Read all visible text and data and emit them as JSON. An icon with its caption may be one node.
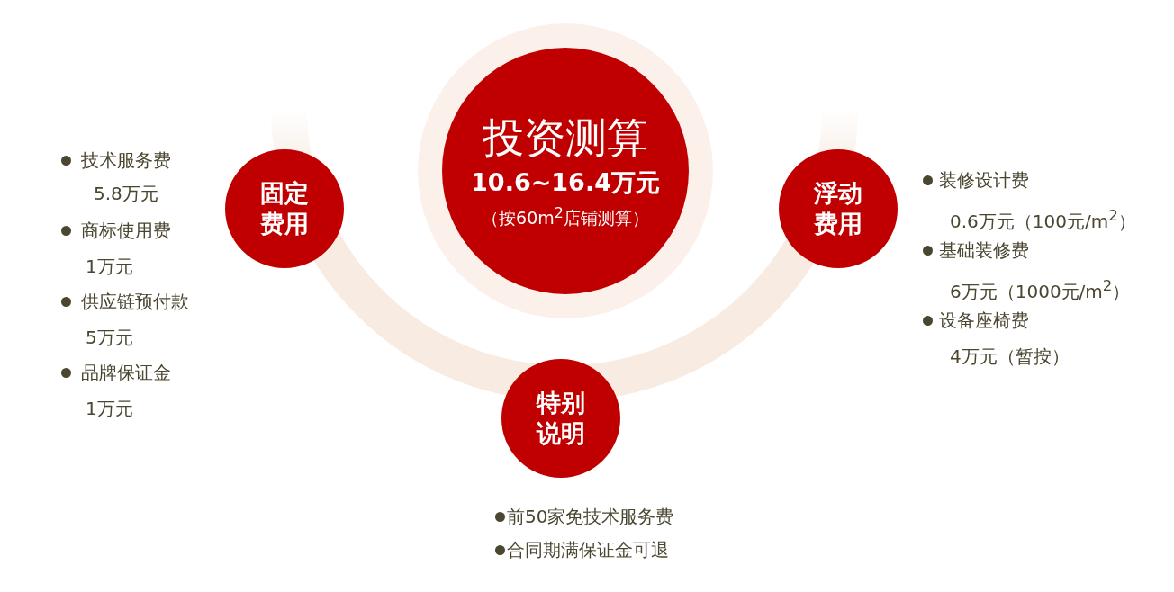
{
  "diagram": {
    "nodes": [
      {
        "text": [
          "投资测算",
          "10.6~16.4万元",
          "（按60m$^{2}$店铺测算）"
        ]
      },
      {
        "text": [
          "固定费用"
        ],
        "beside": [
          "技术服务费",
          "5.8万元",
          "商标使用费",
          "1万元",
          "供应链预付款",
          "5万元",
          "品牌保证金",
          "1万元"
        ]
      },
      {
        "text": [
          "浮动费用"
        ],
        "beside": [
          "装修设计费",
          "0.6万元（100元/m$^{2}$）",
          "基础装修费",
          "6万元（1000元/m$^{2}$）",
          "设备座椅费",
          "4万元（暂按）"
        ]
      },
      {
        "text": [
          "特别说明"
        ],
        "beside": [
          "前50家免技术服务费",
          "合同期满保证金可退"
        ]
      }
    ],
    "edges": []
  }
}
